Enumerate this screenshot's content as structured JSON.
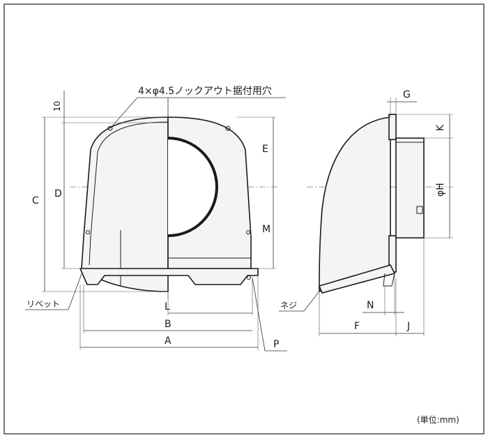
{
  "labels": {
    "hole_note": "4×φ4.5ノックアウト据付用穴",
    "rivet": "リベット",
    "screw": "ネジ",
    "unit": "(単位:mm)",
    "dim_10": "10",
    "A": "A",
    "B": "B",
    "C": "C",
    "D": "D",
    "E": "E",
    "F": "F",
    "G": "G",
    "H": "φH",
    "J": "J",
    "K": "K",
    "L": "L",
    "M": "M",
    "N": "N",
    "P": "P"
  },
  "colors": {
    "line": "#1a1a1a",
    "fill": "#f4f4f4",
    "border": "#222222"
  }
}
